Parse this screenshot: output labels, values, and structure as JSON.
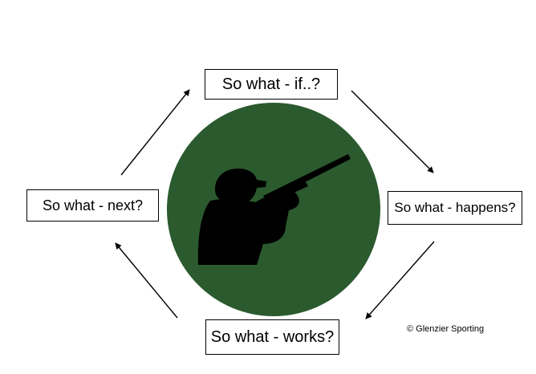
{
  "cycle": {
    "top_label": "So what - if..?",
    "right_label": "So what - happens?",
    "bottom_label": "So what - works?",
    "left_label": "So what - next?"
  },
  "copyright": "© Glenzier Sporting",
  "colors": {
    "circle_fill": "#2b5a2e",
    "silhouette": "#000000",
    "arrow": "#000000"
  },
  "icons": {
    "center": "shooter-silhouette-icon"
  }
}
